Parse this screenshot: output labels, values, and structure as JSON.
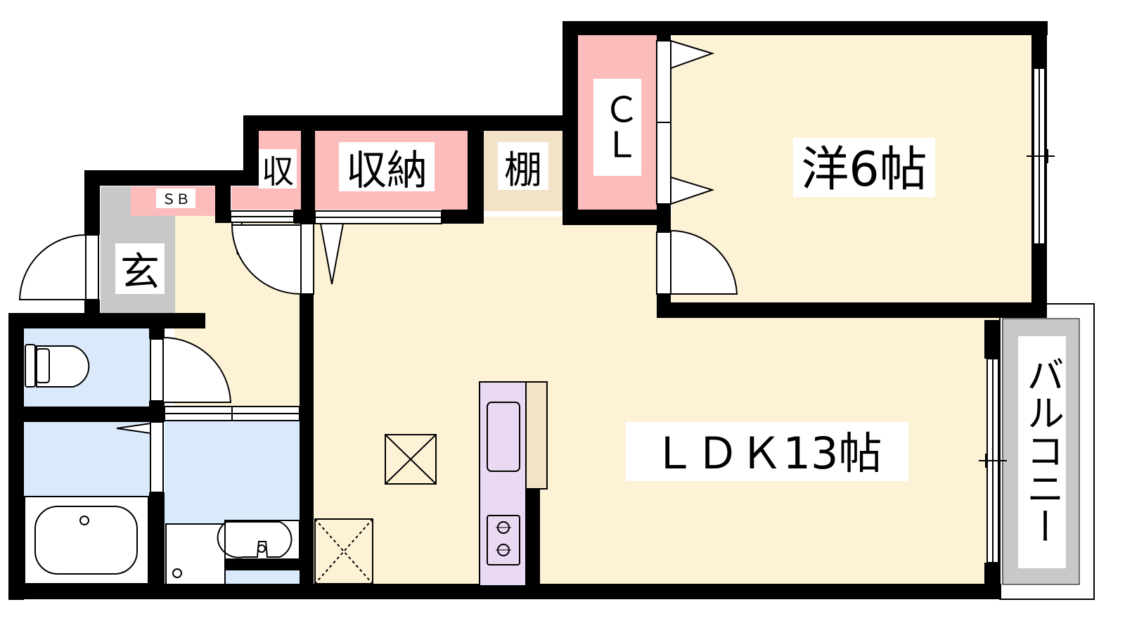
{
  "labels": {
    "western_room": "洋6帖",
    "ldk": "ＬＤＫ13帖",
    "closet": "ＣＬ",
    "storage": "収納",
    "storage_small": "収",
    "shelf": "棚",
    "shoe_box": "ＳＢ",
    "entrance": "玄",
    "balcony": "バルコニー"
  },
  "colors": {
    "wall": "#000000",
    "floor": "#fdf2d6",
    "storage": "#fdbcbc",
    "entrance": "#c8c8c8",
    "wet_area": "#dbeafb",
    "kitchen": "#ead9f2",
    "shelf": "#f2e2c8",
    "balcony": "#c8c8c8"
  }
}
